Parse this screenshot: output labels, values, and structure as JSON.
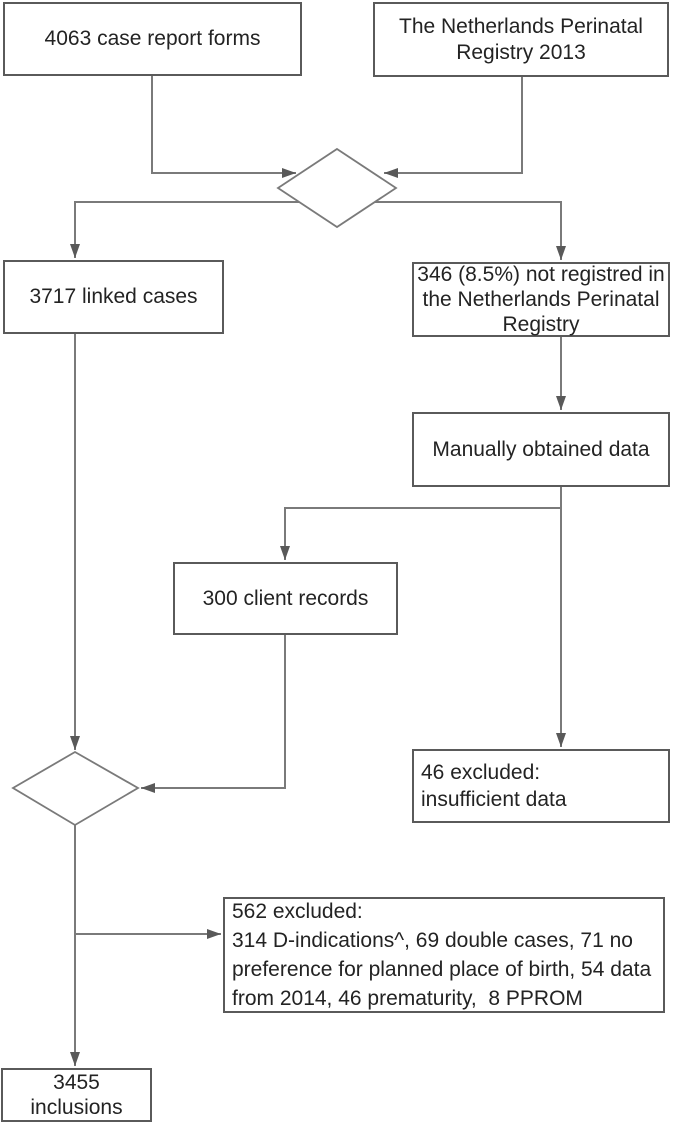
{
  "diagram": {
    "colors": {
      "bg": "#ffffff",
      "line": "#7a7a7a",
      "arrow": "#595959",
      "border": "#5a5a5a",
      "text": "#232323"
    },
    "nodes": {
      "case_report_forms": {
        "lines": [
          "4063 case report forms"
        ]
      },
      "perinatal_registry": {
        "lines": [
          "The Netherlands Perinatal",
          "Registry 2013"
        ]
      },
      "linked_cases": {
        "lines": [
          "3717 linked cases"
        ]
      },
      "not_registred": {
        "lines": [
          "346 (8.5%) not registred in",
          "the Netherlands Perinatal",
          "Registry"
        ]
      },
      "manually_obtained": {
        "lines": [
          "Manually obtained data"
        ]
      },
      "client_records": {
        "lines": [
          "300 client records"
        ]
      },
      "excluded_46": {
        "lines": [
          "46 excluded:",
          "insufficient data"
        ]
      },
      "excluded_562": {
        "lines": [
          "562 excluded:",
          "314 D-indications^, 69 double cases, 71 no",
          "preference for planned place of birth, 54 data",
          "from 2014, 46 prematurity,  8 PPROM"
        ]
      },
      "inclusions": {
        "lines": [
          "3455",
          "inclusions"
        ]
      }
    }
  }
}
